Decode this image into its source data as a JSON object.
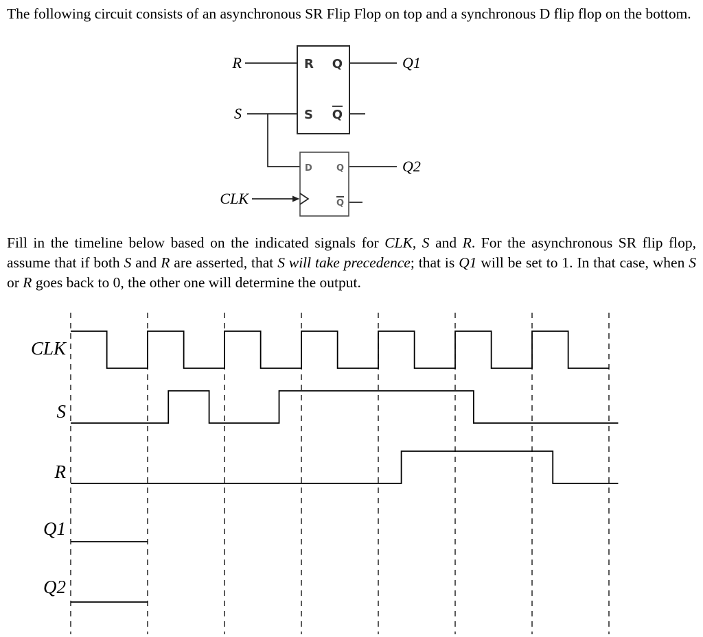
{
  "intro": {
    "text": "The following circuit consists of an asynchronous SR Flip Flop on top and a synchronous D flip flop on the bottom."
  },
  "circuit": {
    "sr": {
      "in_top": "R",
      "out_top": "Q",
      "in_bottom": "S",
      "out_bottom": "Q"
    },
    "d": {
      "in_top": "D",
      "out_top": "Q",
      "out_bottom": "Q"
    },
    "labels": {
      "r": "R",
      "s": "S",
      "clk": "CLK",
      "q1": "Q1",
      "q2": "Q2"
    }
  },
  "instructions": {
    "runs": [
      {
        "t": "Fill in the timeline below based on the indicated signals for ",
        "i": false
      },
      {
        "t": "CLK",
        "i": true
      },
      {
        "t": ", ",
        "i": false
      },
      {
        "t": "S",
        "i": true
      },
      {
        "t": " and ",
        "i": false
      },
      {
        "t": "R",
        "i": true
      },
      {
        "t": ". For the asynchronous SR flip flop, assume that if both ",
        "i": false
      },
      {
        "t": "S",
        "i": true
      },
      {
        "t": " and ",
        "i": false
      },
      {
        "t": "R",
        "i": true
      },
      {
        "t": " are asserted, that ",
        "i": false
      },
      {
        "t": "S will take precedence",
        "i": true
      },
      {
        "t": "; that is ",
        "i": false
      },
      {
        "t": "Q1",
        "i": true
      },
      {
        "t": " will be set to 1. In that case, when ",
        "i": false
      },
      {
        "t": "S",
        "i": true
      },
      {
        "t": " or ",
        "i": false
      },
      {
        "t": "R",
        "i": true
      },
      {
        "t": " goes back to 0, the other one will determine the output.",
        "i": false
      }
    ]
  },
  "chart_data": {
    "type": "line",
    "subtype": "digital-timing",
    "x_unit": "clock periods",
    "gridlines": [
      0,
      1,
      2,
      3,
      4,
      5,
      6,
      7
    ],
    "rows": [
      {
        "label": "CLK",
        "points": [
          [
            0,
            1
          ],
          [
            0.47,
            0
          ],
          [
            1,
            1
          ],
          [
            1.47,
            0
          ],
          [
            2,
            1
          ],
          [
            2.47,
            0
          ],
          [
            3,
            1
          ],
          [
            3.47,
            0
          ],
          [
            4,
            1
          ],
          [
            4.47,
            0
          ],
          [
            5,
            1
          ],
          [
            5.47,
            0
          ],
          [
            6,
            1
          ],
          [
            6.47,
            0
          ]
        ],
        "end": 7.0
      },
      {
        "label": "S",
        "points": [
          [
            0,
            0
          ],
          [
            1.27,
            1
          ],
          [
            1.8,
            0
          ],
          [
            2.71,
            1
          ],
          [
            5.24,
            0
          ]
        ],
        "end": 7.12
      },
      {
        "label": "R",
        "points": [
          [
            0,
            0
          ],
          [
            4.3,
            1
          ],
          [
            6.27,
            0
          ]
        ],
        "end": 7.12
      },
      {
        "label": "Q1",
        "points": [
          [
            0,
            0
          ]
        ],
        "end": 1.0
      },
      {
        "label": "Q2",
        "points": [
          [
            0,
            0
          ]
        ],
        "end": 1.0
      }
    ]
  }
}
